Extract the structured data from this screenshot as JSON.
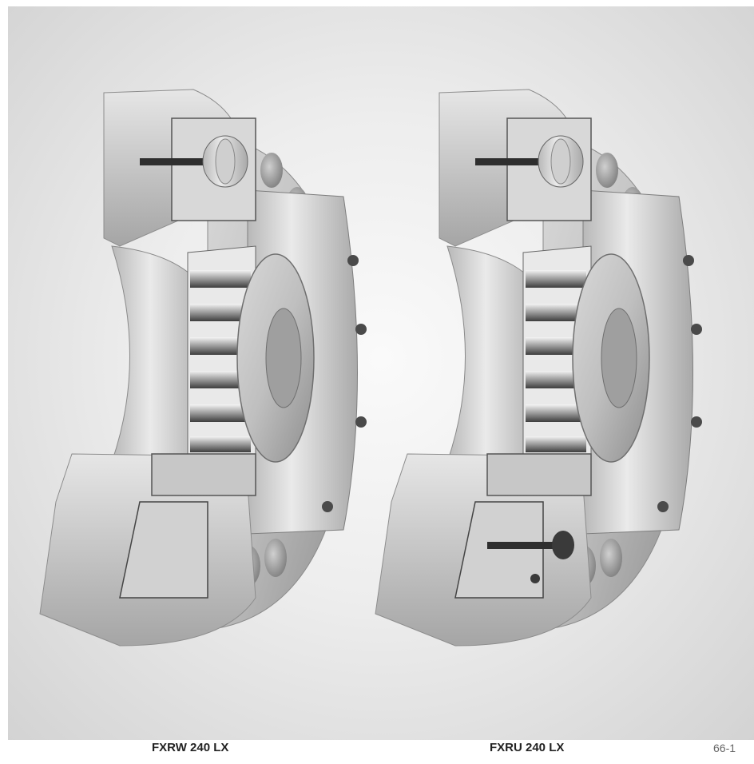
{
  "captions": {
    "left": "FXRW 240 LX",
    "right": "FXRU 240 LX",
    "page_number": "66-1"
  },
  "colors": {
    "background": "#ffffff",
    "panel_light": "#f5f5f5",
    "panel_dark": "#d3d3d3",
    "metal_light": "#e2e2e2",
    "metal_mid": "#bdbdbd",
    "metal_dark": "#8a8a8a",
    "shadow": "#3a3a3a",
    "caption_text": "#222222"
  }
}
